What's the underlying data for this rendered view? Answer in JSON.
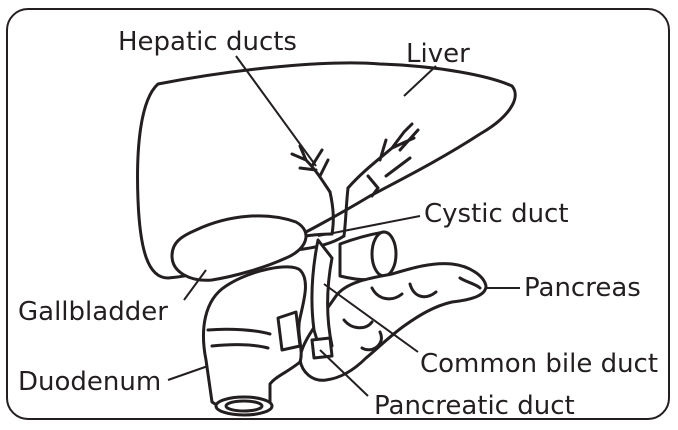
{
  "labels": {
    "hepatic_ducts": "Hepatic ducts",
    "liver": "Liver",
    "cystic_duct": "Cystic duct",
    "pancreas": "Pancreas",
    "gallbladder": "Gallbladder",
    "common_bile_duct": "Common bile duct",
    "duodenum": "Duodenum",
    "pancreatic_duct": "Pancreatic duct"
  },
  "colors": {
    "ink": "#231f20",
    "background": "#ffffff"
  }
}
